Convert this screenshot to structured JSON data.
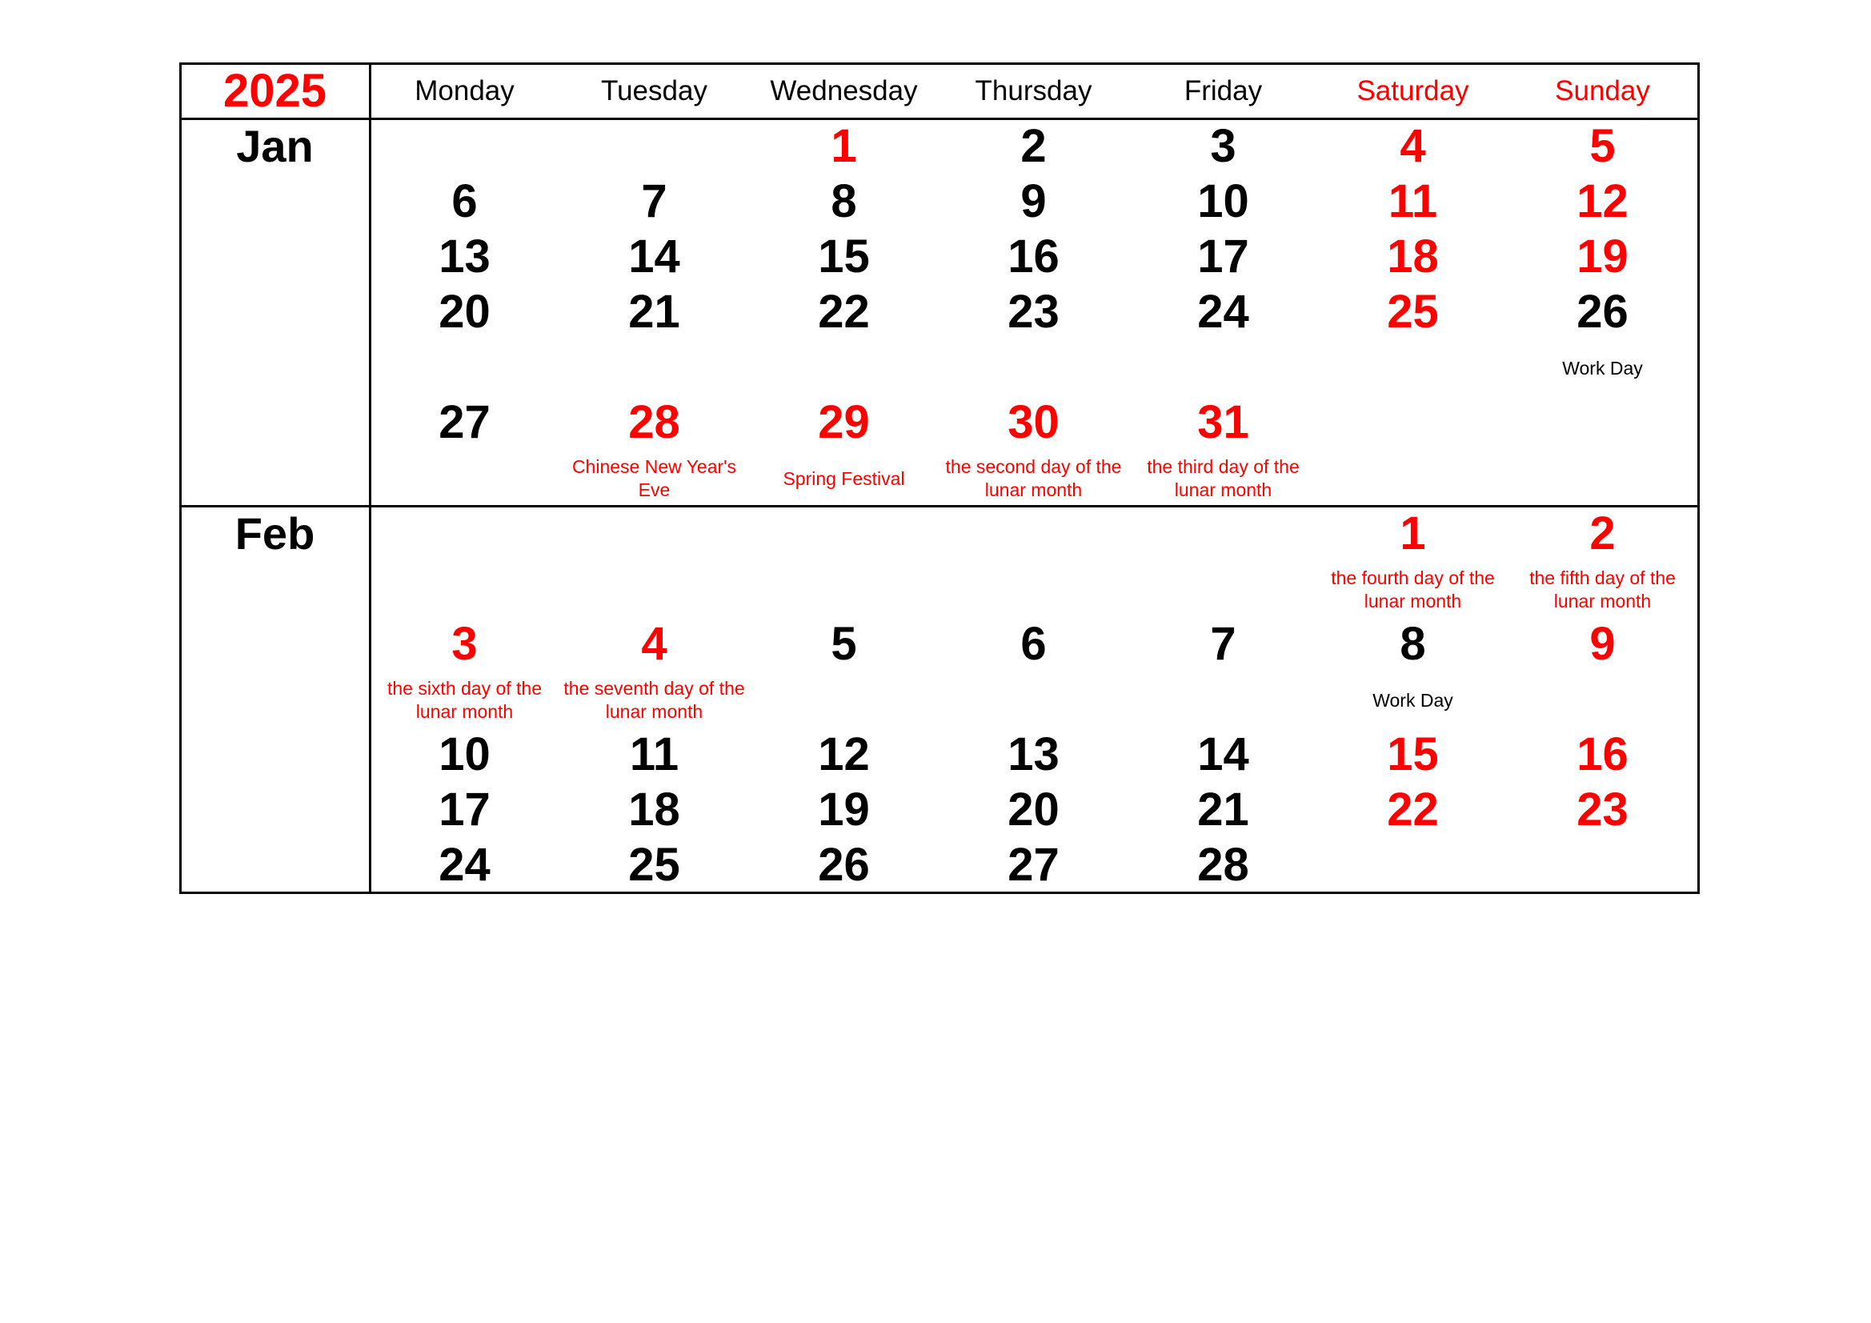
{
  "year": "2025",
  "weekdays": [
    {
      "label": "Monday",
      "red": false
    },
    {
      "label": "Tuesday",
      "red": false
    },
    {
      "label": "Wednesday",
      "red": false
    },
    {
      "label": "Thursday",
      "red": false
    },
    {
      "label": "Friday",
      "red": false
    },
    {
      "label": "Saturday",
      "red": true
    },
    {
      "label": "Sunday",
      "red": true
    }
  ],
  "colors": {
    "holiday": "#ff0000",
    "normal": "#000000"
  },
  "months": [
    {
      "name": "Jan",
      "weeks": [
        [
          null,
          null,
          {
            "d": "1",
            "red": true
          },
          {
            "d": "2"
          },
          {
            "d": "3"
          },
          {
            "d": "4",
            "red": true
          },
          {
            "d": "5",
            "red": true
          }
        ],
        [
          {
            "d": "6"
          },
          {
            "d": "7"
          },
          {
            "d": "8"
          },
          {
            "d": "9"
          },
          {
            "d": "10"
          },
          {
            "d": "11",
            "red": true
          },
          {
            "d": "12",
            "red": true
          }
        ],
        [
          {
            "d": "13"
          },
          {
            "d": "14"
          },
          {
            "d": "15"
          },
          {
            "d": "16"
          },
          {
            "d": "17"
          },
          {
            "d": "18",
            "red": true
          },
          {
            "d": "19",
            "red": true
          }
        ],
        [
          {
            "d": "20"
          },
          {
            "d": "21"
          },
          {
            "d": "22"
          },
          {
            "d": "23"
          },
          {
            "d": "24"
          },
          {
            "d": "25",
            "red": true
          },
          {
            "d": "26",
            "note": "Work Day",
            "noteRed": false
          }
        ],
        [
          {
            "d": "27"
          },
          {
            "d": "28",
            "red": true,
            "note": "Chinese New Year's Eve",
            "noteRed": true
          },
          {
            "d": "29",
            "red": true,
            "note": "Spring Festival",
            "noteRed": true
          },
          {
            "d": "30",
            "red": true,
            "note": "the second day of the lunar month",
            "noteRed": true
          },
          {
            "d": "31",
            "red": true,
            "note": "the third day of the lunar month",
            "noteRed": true
          },
          null,
          null
        ]
      ]
    },
    {
      "name": "Feb",
      "weeks": [
        [
          null,
          null,
          null,
          null,
          null,
          {
            "d": "1",
            "red": true,
            "note": "the fourth day of the lunar month",
            "noteRed": true
          },
          {
            "d": "2",
            "red": true,
            "note": "the fifth day of the lunar month",
            "noteRed": true
          }
        ],
        [
          {
            "d": "3",
            "red": true,
            "note": "the sixth day of the lunar month",
            "noteRed": true
          },
          {
            "d": "4",
            "red": true,
            "note": "the seventh day of the lunar month",
            "noteRed": true
          },
          {
            "d": "5"
          },
          {
            "d": "6"
          },
          {
            "d": "7"
          },
          {
            "d": "8",
            "note": "Work Day",
            "noteRed": false
          },
          {
            "d": "9",
            "red": true
          }
        ],
        [
          {
            "d": "10"
          },
          {
            "d": "11"
          },
          {
            "d": "12"
          },
          {
            "d": "13"
          },
          {
            "d": "14"
          },
          {
            "d": "15",
            "red": true
          },
          {
            "d": "16",
            "red": true
          }
        ],
        [
          {
            "d": "17"
          },
          {
            "d": "18"
          },
          {
            "d": "19"
          },
          {
            "d": "20"
          },
          {
            "d": "21"
          },
          {
            "d": "22",
            "red": true
          },
          {
            "d": "23",
            "red": true
          }
        ],
        [
          {
            "d": "24"
          },
          {
            "d": "25"
          },
          {
            "d": "26"
          },
          {
            "d": "27"
          },
          {
            "d": "28"
          },
          null,
          null
        ]
      ]
    }
  ]
}
